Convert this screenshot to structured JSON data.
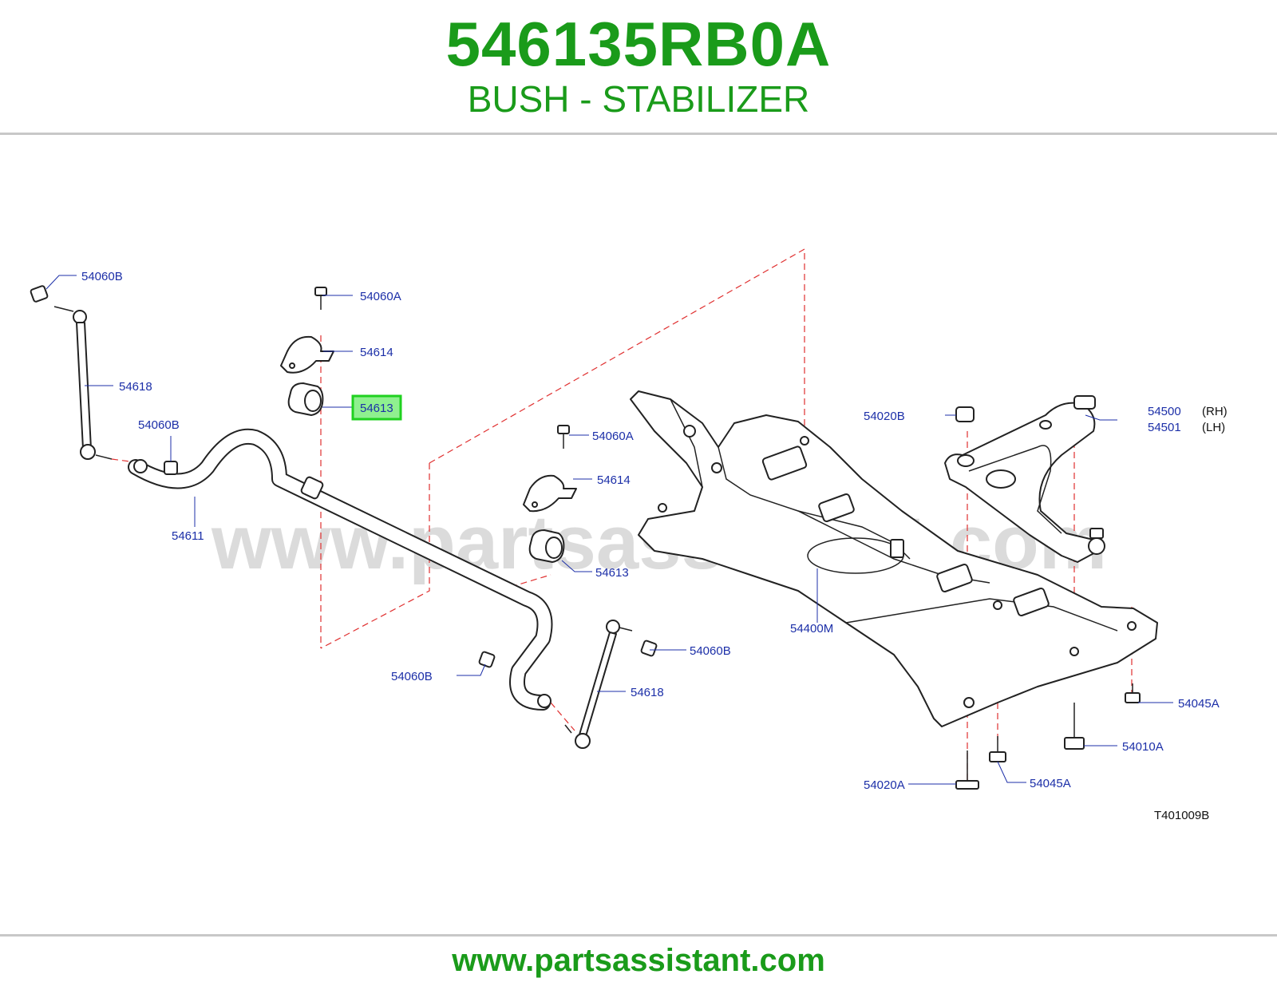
{
  "header": {
    "part_number": "546135RB0A",
    "part_name": "BUSH - STABILIZER"
  },
  "diagram": {
    "watermark": "www.partsassistant.com",
    "figure_code": "T401009B",
    "highlighted_callout": "54613",
    "highlight_color": "#1fd11f",
    "callouts": {
      "c54060B_a": "54060B",
      "c54060A_a": "54060A",
      "c54614_a": "54614",
      "c54613_a": "54613",
      "c54618_a": "54618",
      "c54060B_b": "54060B",
      "c54611": "54611",
      "c54060A_b": "54060A",
      "c54614_b": "54614",
      "c54613_b": "54613",
      "c54060B_c": "54060B",
      "c54060B_d": "54060B",
      "c54618_b": "54618",
      "c54400M": "54400M",
      "c54020B": "54020B",
      "c54500": "54500",
      "c54501": "54501",
      "rh": "(RH)",
      "lh": "(LH)",
      "c54045A_a": "54045A",
      "c54010A": "54010A",
      "c54020A": "54020A",
      "c54045A_b": "54045A"
    }
  },
  "footer": {
    "url": "www.partsassistant.com"
  },
  "colors": {
    "brand_green": "#1a9b1a",
    "callout_blue": "#1c2fa8",
    "dash_red": "#e03030"
  }
}
